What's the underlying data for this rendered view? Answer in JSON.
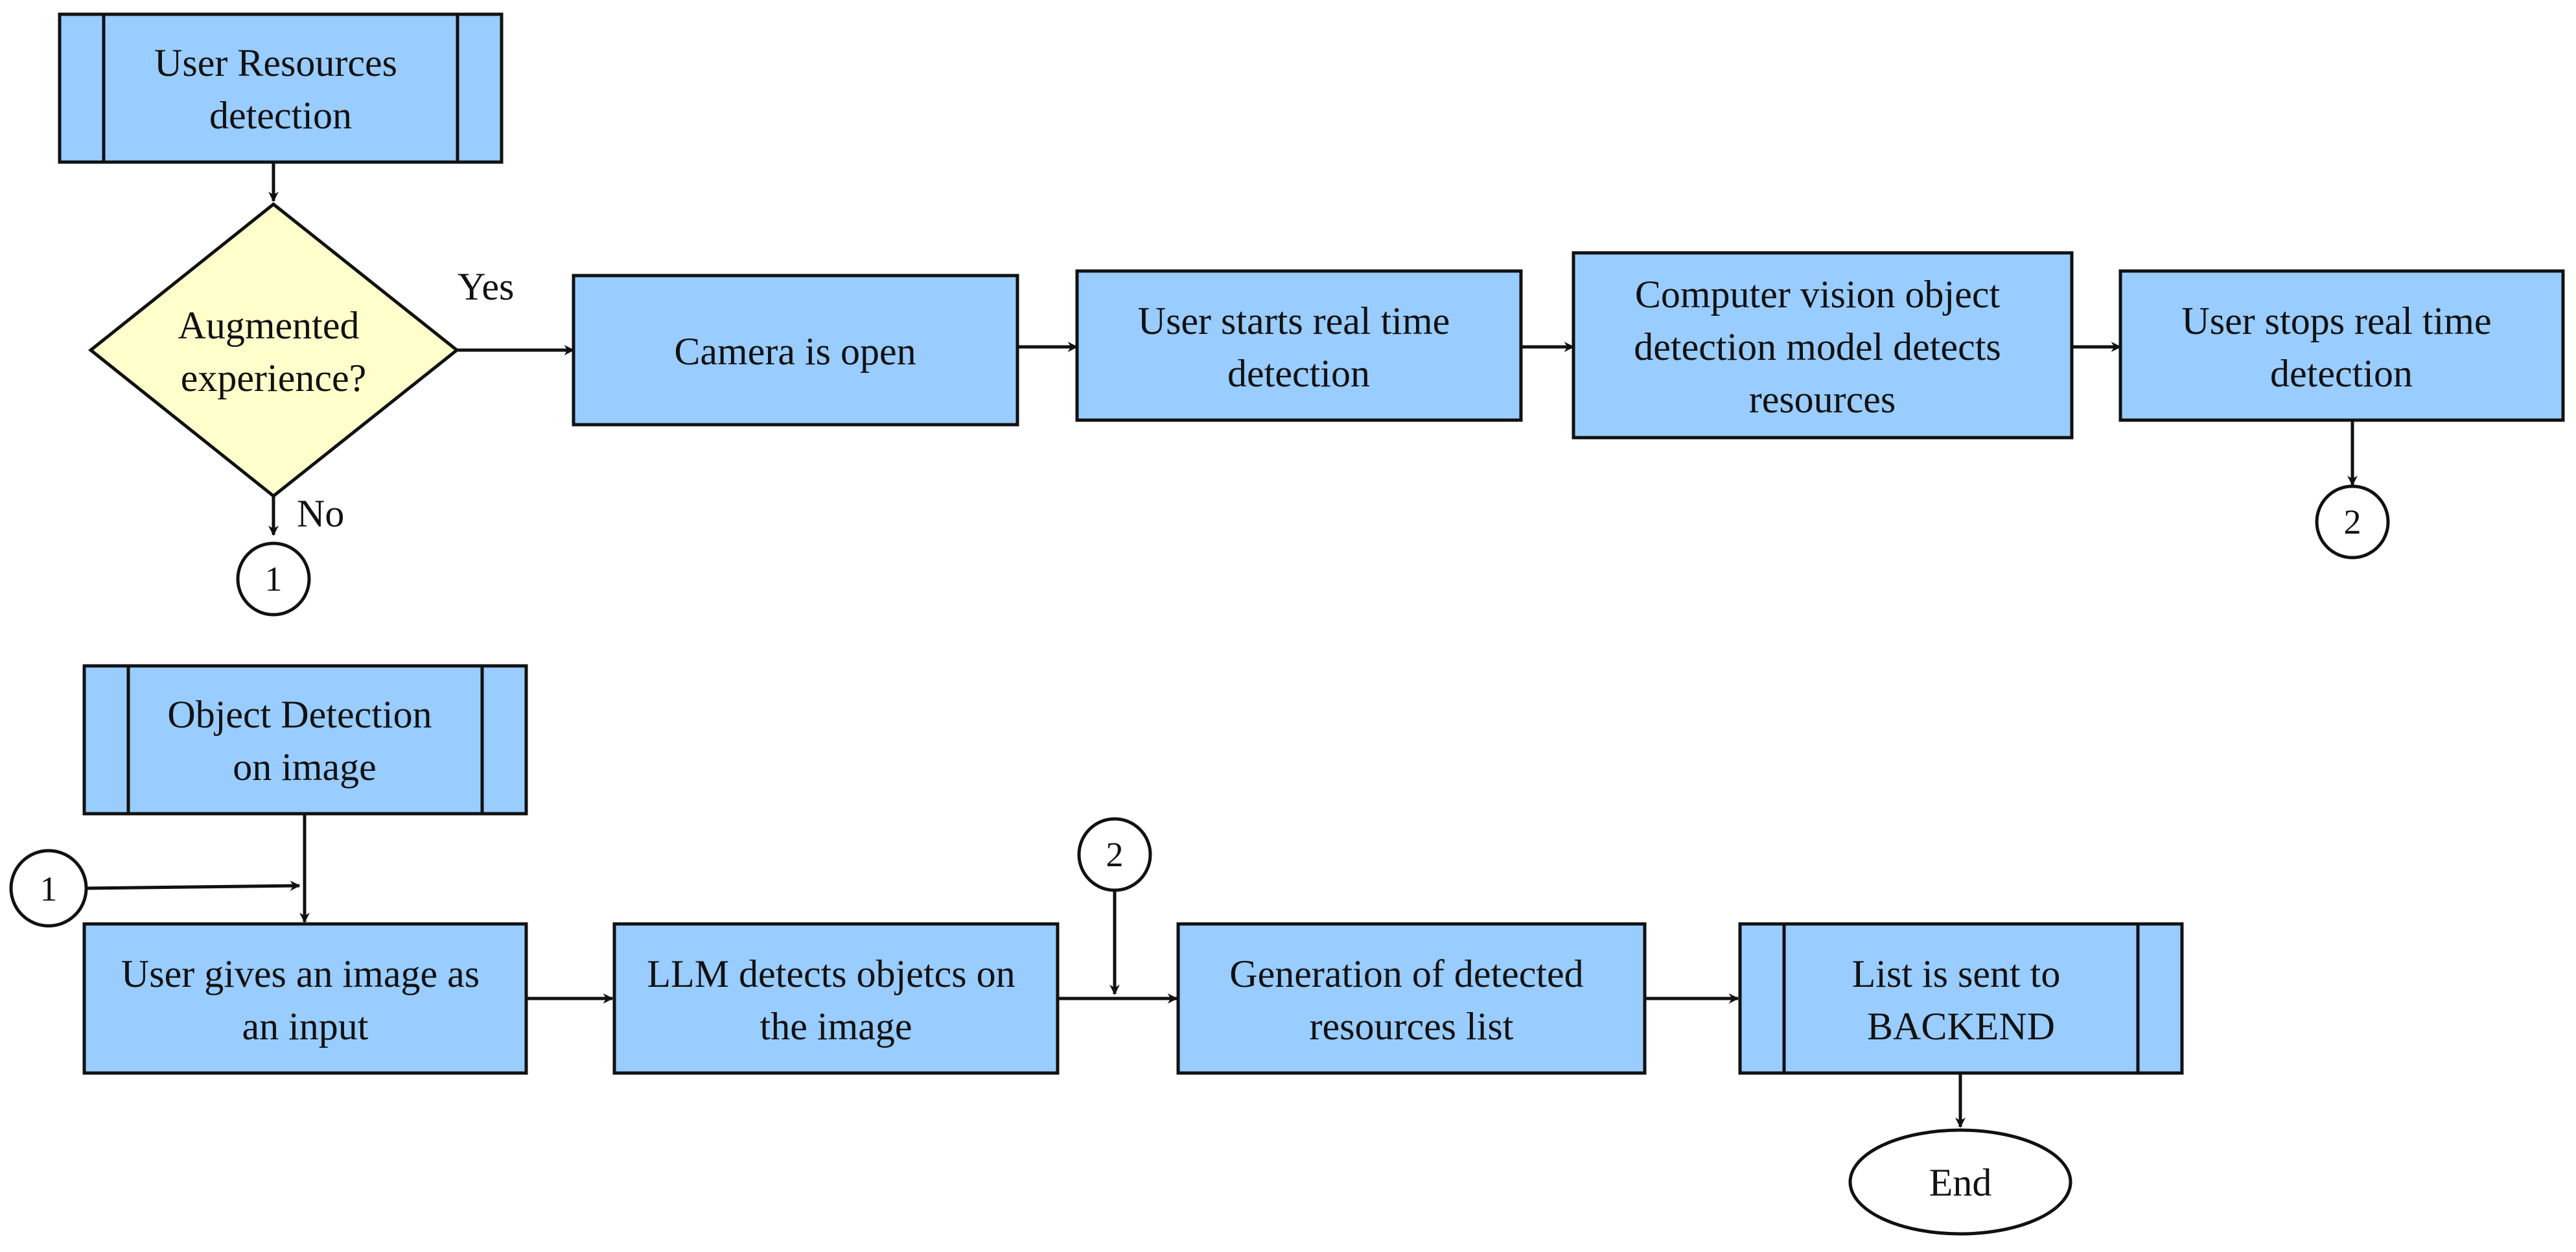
{
  "nodes": {
    "user_resources_detection": {
      "lines": [
        "User Resources",
        "detection"
      ]
    },
    "augmented_experience": {
      "lines": [
        "Augmented",
        "experience?"
      ]
    },
    "camera_open": {
      "lines": [
        "Camera is open"
      ]
    },
    "user_starts_detection": {
      "lines": [
        "User starts real time",
        "detection"
      ]
    },
    "cv_model_detects": {
      "lines": [
        "Computer vision object",
        "detection model detects",
        "resources"
      ]
    },
    "user_stops_detection": {
      "lines": [
        "User stops real time",
        "detection"
      ]
    },
    "object_detection_image": {
      "lines": [
        "Object Detection",
        "on image"
      ]
    },
    "user_gives_image": {
      "lines": [
        "User gives an image as",
        "an input"
      ]
    },
    "llm_detects": {
      "lines": [
        "LLM detects objetcs on",
        "the image"
      ]
    },
    "generation_list": {
      "lines": [
        "Generation of detected",
        "resources list"
      ]
    },
    "list_sent_backend": {
      "lines": [
        "List is sent to",
        "BACKEND"
      ]
    },
    "end": {
      "lines": [
        "End"
      ]
    }
  },
  "edge_labels": {
    "yes": "Yes",
    "no": "No"
  },
  "connectors": {
    "c1": "1",
    "c2": "2"
  }
}
